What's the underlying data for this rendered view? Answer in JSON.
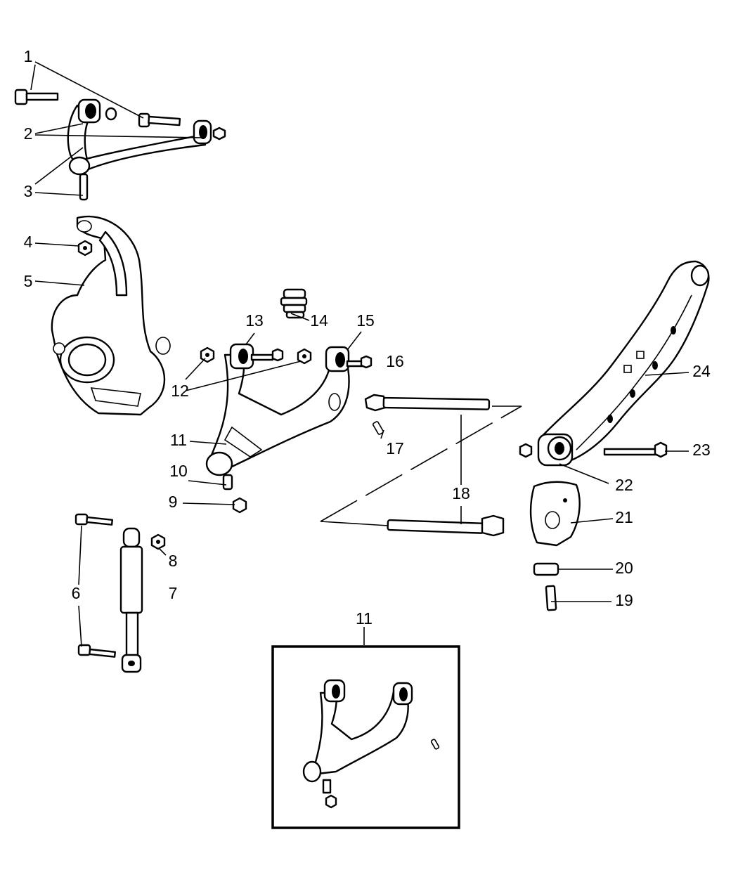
{
  "callouts": [
    {
      "id": "1",
      "label": "1"
    },
    {
      "id": "2",
      "label": "2"
    },
    {
      "id": "3",
      "label": "3"
    },
    {
      "id": "4",
      "label": "4"
    },
    {
      "id": "5",
      "label": "5"
    },
    {
      "id": "6",
      "label": "6"
    },
    {
      "id": "7",
      "label": "7"
    },
    {
      "id": "8",
      "label": "8"
    },
    {
      "id": "9",
      "label": "9"
    },
    {
      "id": "10",
      "label": "10"
    },
    {
      "id": "11",
      "label": "11"
    },
    {
      "id": "11b",
      "label": "11"
    },
    {
      "id": "12",
      "label": "12"
    },
    {
      "id": "13",
      "label": "13"
    },
    {
      "id": "14",
      "label": "14"
    },
    {
      "id": "15",
      "label": "15"
    },
    {
      "id": "16",
      "label": "16"
    },
    {
      "id": "17",
      "label": "17"
    },
    {
      "id": "18",
      "label": "18"
    },
    {
      "id": "19",
      "label": "19"
    },
    {
      "id": "20",
      "label": "20"
    },
    {
      "id": "21",
      "label": "21"
    },
    {
      "id": "22",
      "label": "22"
    },
    {
      "id": "23",
      "label": "23"
    },
    {
      "id": "24",
      "label": "24"
    }
  ]
}
